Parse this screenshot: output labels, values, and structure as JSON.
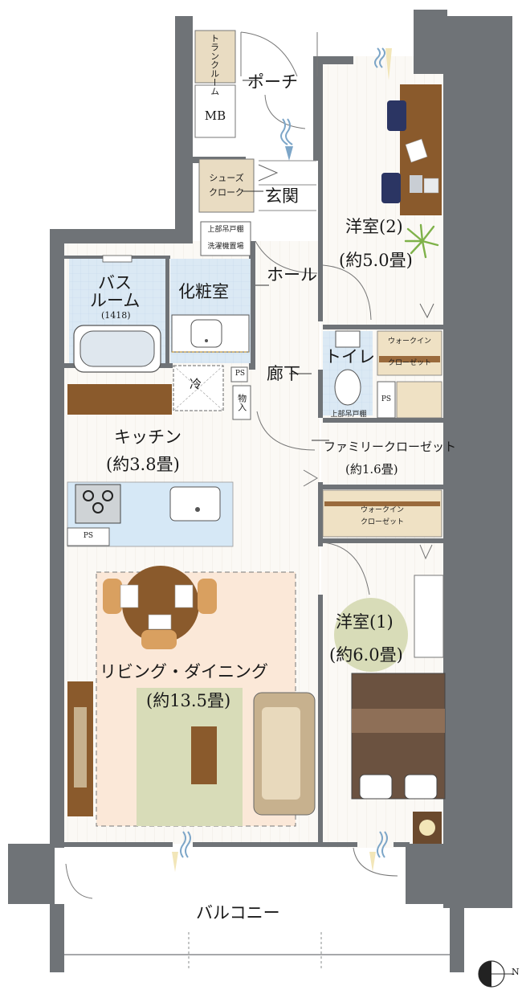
{
  "rooms": {
    "trunk_room": "トランクルーム",
    "mb": "MB",
    "porch": "ポーチ",
    "shoes_cloak_1": "シューズ",
    "shoes_cloak_2": "クローク",
    "entrance": "玄関",
    "western2_name": "洋室(2)",
    "western2_size": "(約5.0畳)",
    "upper_cabinet_a": "上部吊戸棚",
    "laundry": "洗濯機置場",
    "hall": "ホール",
    "bathroom_1": "バス",
    "bathroom_2": "ルーム",
    "bathroom_size": "(1418)",
    "vanity": "化粧室",
    "wic_top_1": "ウォークイン",
    "wic_top_2": "クローゼット",
    "toilet": "トイレ",
    "corridor": "廊下",
    "fridge": "冷",
    "ps_1": "PS",
    "storage": "物入",
    "upper_cabinet_b": "上部吊戸棚",
    "ps_2": "PS",
    "kitchen_name": "キッチン",
    "kitchen_size": "(約3.8畳)",
    "family_closet_name": "ファミリークローゼット",
    "family_closet_size": "(約1.6畳)",
    "wic_mid_1": "ウォークイン",
    "wic_mid_2": "クローゼット",
    "ps_3": "PS",
    "western1_name": "洋室(1)",
    "western1_size": "(約6.0畳)",
    "living_name": "リビング・ダイニング",
    "living_size": "(約13.5畳)",
    "balcony": "バルコニー",
    "north": "N"
  },
  "colors": {
    "wall": "#6f7377",
    "floor": "#fbf9f5",
    "bath_blue": "#d6e8f6",
    "rug_peach": "#fbe8d8",
    "rug_green": "#d8dcb8",
    "wood_dark": "#8a5a2c",
    "shelf_beige": "#efe1c4",
    "plant_green": "#7fb24a",
    "bed_brown": "#6b5240"
  },
  "icons": [
    "compass-north-icon",
    "window-breeze-icon",
    "plant-icon",
    "sink-icon",
    "stove-icon",
    "toilet-icon",
    "bathtub-icon"
  ]
}
